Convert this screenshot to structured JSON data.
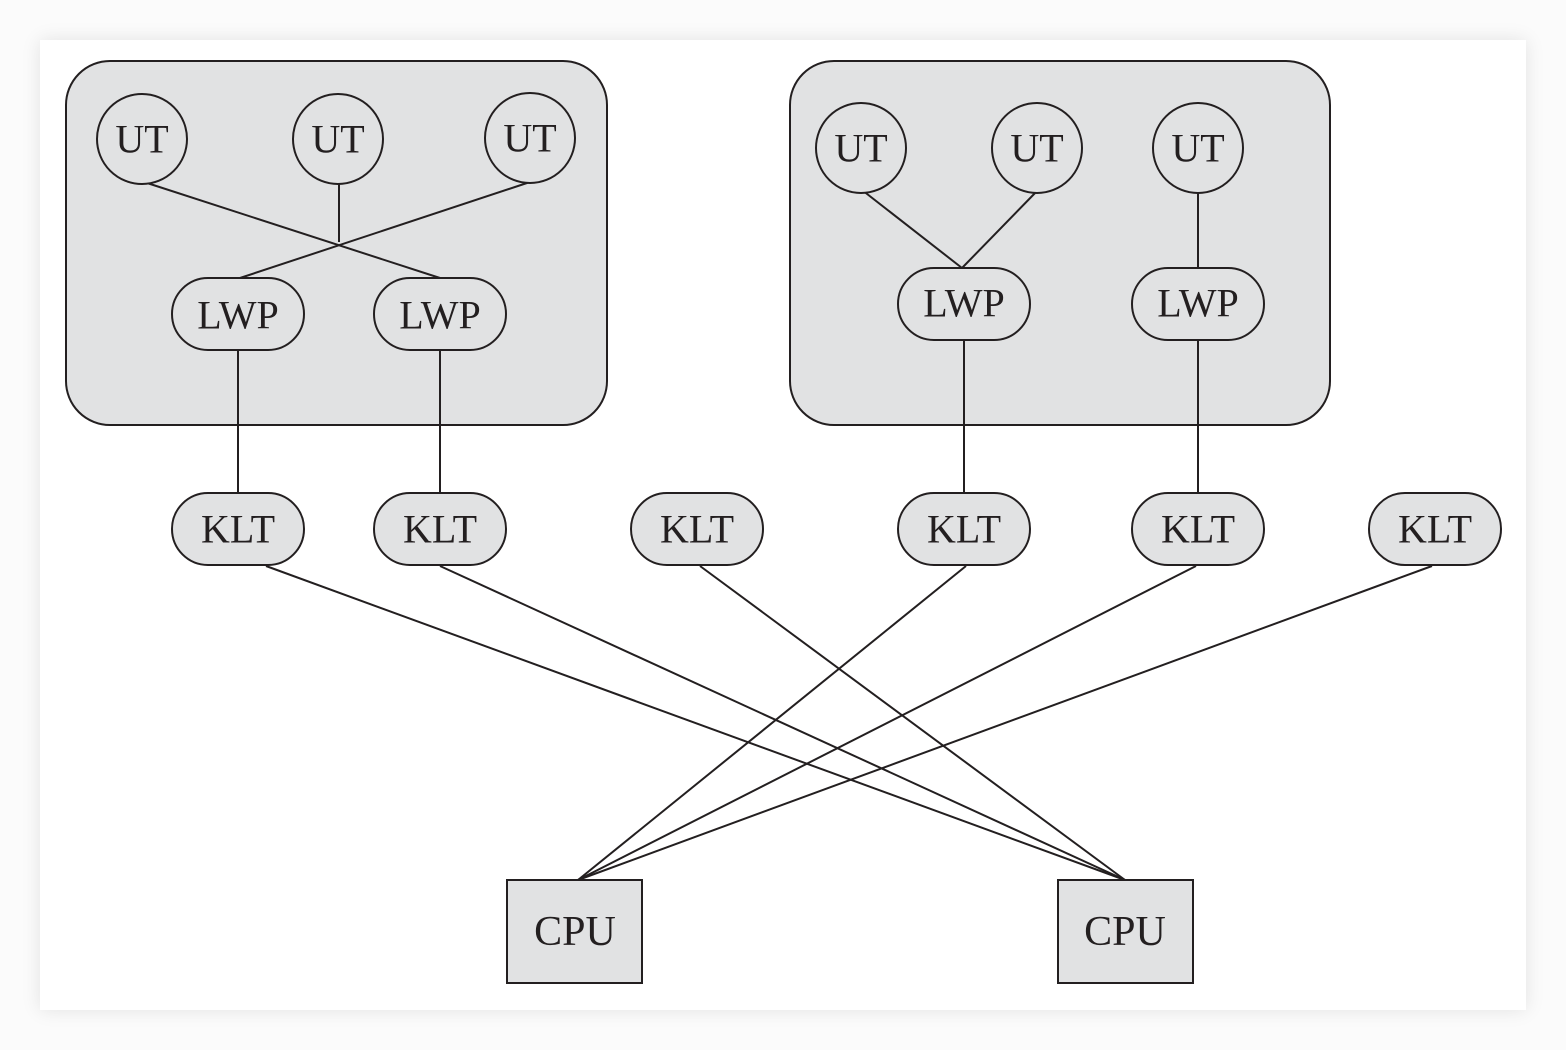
{
  "colors": {
    "process_fill": "#e1e2e3",
    "node_fill": "#e1e2e3",
    "stroke": "#231f20",
    "background": "#ffffff"
  },
  "labels": {
    "user_thread": "UT",
    "lwp": "LWP",
    "klt": "KLT",
    "cpu": "CPU"
  },
  "nodes": [
    {
      "id": "ut1",
      "kind": "user_thread",
      "text": "UT"
    },
    {
      "id": "ut2",
      "kind": "user_thread",
      "text": "UT"
    },
    {
      "id": "ut3",
      "kind": "user_thread",
      "text": "UT"
    },
    {
      "id": "ut4",
      "kind": "user_thread",
      "text": "UT"
    },
    {
      "id": "ut5",
      "kind": "user_thread",
      "text": "UT"
    },
    {
      "id": "ut6",
      "kind": "user_thread",
      "text": "UT"
    },
    {
      "id": "lwp1",
      "kind": "lwp",
      "text": "LWP"
    },
    {
      "id": "lwp2",
      "kind": "lwp",
      "text": "LWP"
    },
    {
      "id": "lwp3",
      "kind": "lwp",
      "text": "LWP"
    },
    {
      "id": "lwp4",
      "kind": "lwp",
      "text": "LWP"
    },
    {
      "id": "klt1",
      "kind": "klt",
      "text": "KLT"
    },
    {
      "id": "klt2",
      "kind": "klt",
      "text": "KLT"
    },
    {
      "id": "klt3",
      "kind": "klt",
      "text": "KLT"
    },
    {
      "id": "klt4",
      "kind": "klt",
      "text": "KLT"
    },
    {
      "id": "klt5",
      "kind": "klt",
      "text": "KLT"
    },
    {
      "id": "klt6",
      "kind": "klt",
      "text": "KLT"
    },
    {
      "id": "cpu1",
      "kind": "cpu",
      "text": "CPU"
    },
    {
      "id": "cpu2",
      "kind": "cpu",
      "text": "CPU"
    }
  ],
  "edges": [
    [
      "ut1",
      "lwp2"
    ],
    [
      "ut2",
      "lwp1"
    ],
    [
      "ut2",
      "lwp2"
    ],
    [
      "ut3",
      "lwp1"
    ],
    [
      "ut4",
      "lwp3"
    ],
    [
      "ut5",
      "lwp3"
    ],
    [
      "ut6",
      "lwp4"
    ],
    [
      "lwp1",
      "klt1"
    ],
    [
      "lwp2",
      "klt2"
    ],
    [
      "lwp3",
      "klt4"
    ],
    [
      "lwp4",
      "klt5"
    ],
    [
      "klt1",
      "cpu2"
    ],
    [
      "klt2",
      "cpu2"
    ],
    [
      "klt3",
      "cpu2"
    ],
    [
      "klt4",
      "cpu1"
    ],
    [
      "klt5",
      "cpu1"
    ],
    [
      "klt6",
      "cpu1"
    ]
  ]
}
